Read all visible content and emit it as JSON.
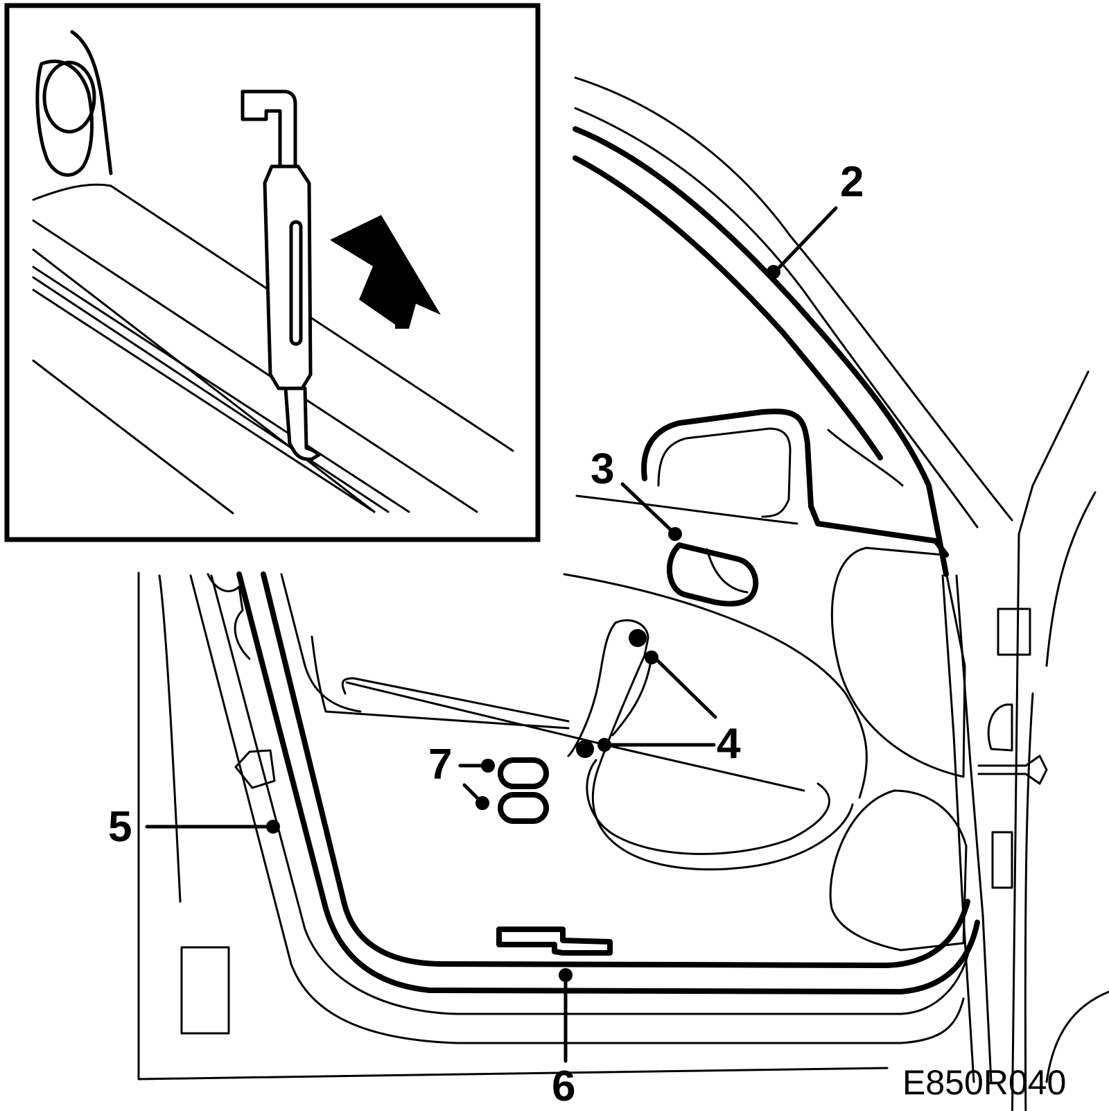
{
  "callouts": {
    "c2": "2",
    "c3": "3",
    "c4": "4",
    "c5": "5",
    "c6": "6",
    "c7": "7"
  },
  "figure_code": "E850R040",
  "icons": {
    "arrow": "up-arrow-icon",
    "tool": "trim-removal-tool-icon"
  }
}
